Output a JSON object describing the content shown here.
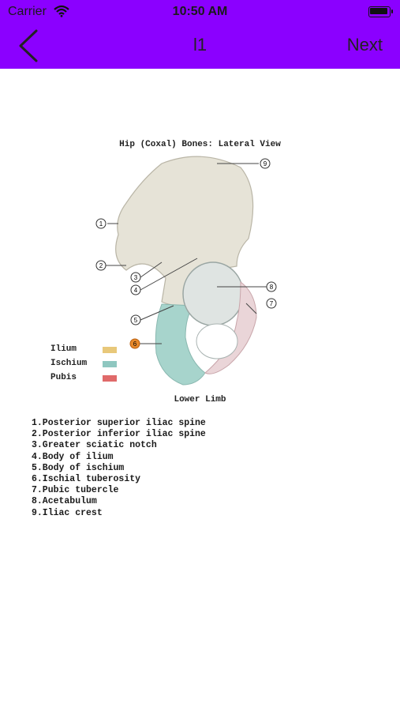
{
  "status": {
    "carrier": "Carrier",
    "time": "10:50 AM"
  },
  "nav": {
    "title": "l1",
    "next_label": "Next",
    "back_icon": "chevron-left-icon"
  },
  "colors": {
    "nav_bg": "#8b00ff",
    "ilium": "#e8c87a",
    "ischium": "#8fc7c0",
    "pubis": "#e06a6a",
    "callout_highlight": "#e8892a"
  },
  "figure": {
    "title": "Hip (Coxal) Bones: Lateral View",
    "callouts": [
      "1",
      "2",
      "3",
      "4",
      "5",
      "6",
      "7",
      "8",
      "9"
    ],
    "legend": [
      {
        "label": "Ilium"
      },
      {
        "label": "Ischium"
      },
      {
        "label": "Pubis"
      }
    ],
    "caption": "Lower Limb",
    "items": [
      "1.Posterior superior iliac spine",
      "2.Posterior inferior iliac spine",
      "3.Greater sciatic notch",
      "4.Body of ilium",
      "5.Body of ischium",
      "6.Ischial tuberosity",
      "7.Pubic tubercle",
      "8.Acetabulum",
      "9.Iliac crest"
    ]
  }
}
